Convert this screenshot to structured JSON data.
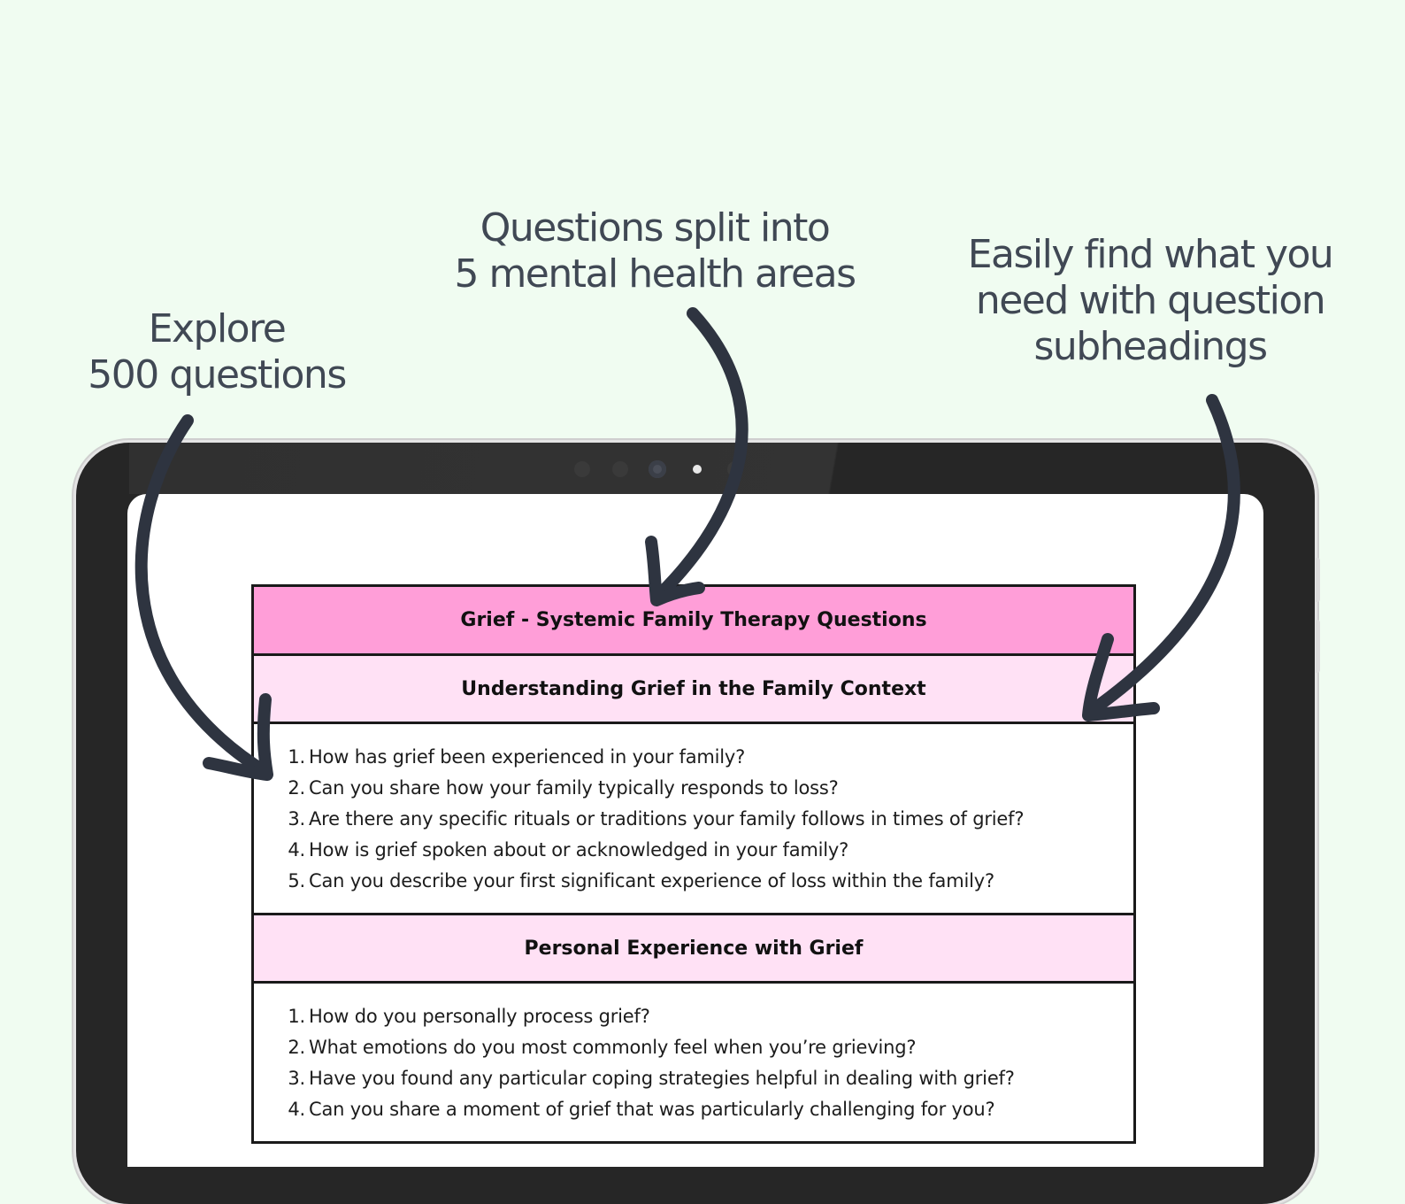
{
  "callouts": {
    "left": [
      "Explore",
      "500 questions"
    ],
    "center": [
      "Questions split into",
      "5 mental health areas"
    ],
    "right": [
      "Easily find what you",
      "need with question",
      "subheadings"
    ]
  },
  "document": {
    "title": "Grief - Systemic Family Therapy Questions",
    "sections": [
      {
        "heading": "Understanding Grief in the Family Context",
        "questions": [
          {
            "num": "1.",
            "text": "How has grief been experienced in your family?"
          },
          {
            "num": "2.",
            "text": "Can you share how your family typically responds to loss?"
          },
          {
            "num": "3.",
            "text": "Are there any specific rituals or traditions your family follows in times of grief?"
          },
          {
            "num": "4.",
            "text": "How is grief spoken about or acknowledged in your family?"
          },
          {
            "num": "5.",
            "text": "Can you describe your first significant experience of loss within the family?"
          }
        ]
      },
      {
        "heading": "Personal Experience with Grief",
        "questions": [
          {
            "num": "1.",
            "text": "How do you personally process grief?"
          },
          {
            "num": "2.",
            "text": "What emotions do you most commonly feel when you’re grieving?"
          },
          {
            "num": "3.",
            "text": "Have you found any particular coping strategies helpful in dealing with grief?"
          },
          {
            "num": "4.",
            "text": "Can you share a moment of grief that was particularly challenging for you?"
          }
        ]
      }
    ]
  },
  "colors": {
    "background": "#f0fcf1",
    "callout_text": "#404854",
    "title_band": "#ff9ed8",
    "subheading_band": "#ffe1f5",
    "arrow": "#2e3440"
  }
}
